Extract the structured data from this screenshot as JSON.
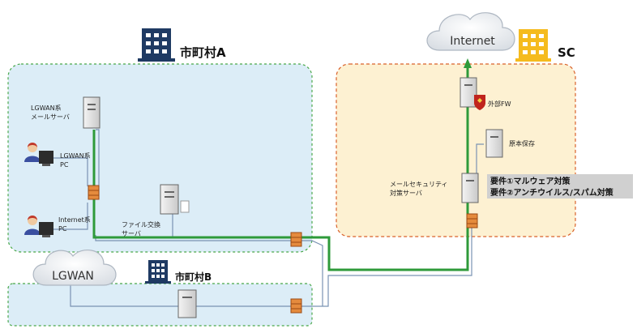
{
  "cloud_internet": "Internet",
  "cloud_lgwan": "LGWAN",
  "sites": {
    "a": "市町村A",
    "b": "市町村B",
    "sc": "SC"
  },
  "servers": {
    "mail_server": [
      "LGWAN系",
      "メールサーバ"
    ],
    "file_exchange": [
      "ファイル交換",
      "サーバ"
    ],
    "external_fw": "外部FW",
    "archive": "原本保存",
    "mail_security": [
      "メールセキュリティ",
      "対策サーバ"
    ]
  },
  "pcs": {
    "lgwan_pc": [
      "LGWAN系",
      "PC"
    ],
    "internet_pc": [
      "Internet系",
      "PC"
    ]
  },
  "requirements": [
    "要件①マルウェア対策",
    "要件②アンチウイルス/スパム対策"
  ],
  "colors": {
    "zone_a_fill": "#dcedf7",
    "zone_b_fill": "#dcedf7",
    "zone_sc_fill": "#fdf1d2",
    "zone_border": "#4aa84a",
    "sc_border": "#d9622b",
    "path_green": "#2e9a3a",
    "link_blue": "#7a93b3",
    "building_navy": "#1f3a63",
    "building_gold": "#f5bb1e"
  }
}
